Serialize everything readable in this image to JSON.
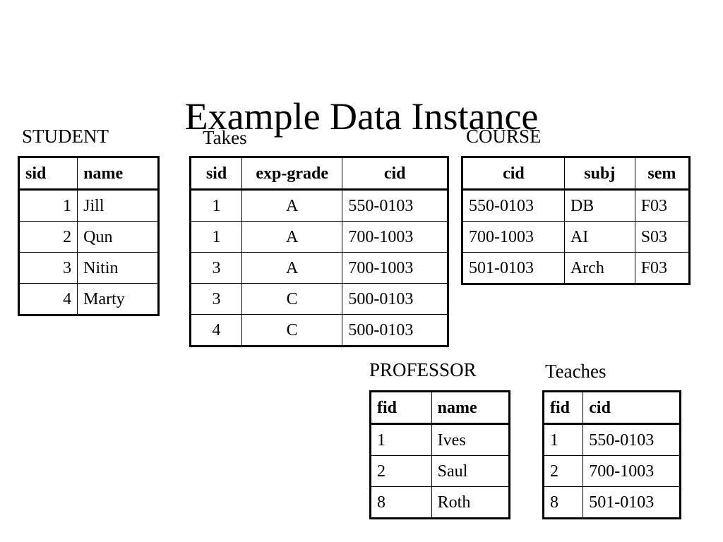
{
  "slide": {
    "title": "Example Data Instance",
    "background_color": "#ffffff",
    "text_color": "#000000"
  },
  "tables": {
    "student": {
      "caption": "STUDENT",
      "columns": [
        "sid",
        "name"
      ],
      "alignments": [
        "right",
        "left"
      ],
      "rows": [
        [
          "1",
          "Jill"
        ],
        [
          "2",
          "Qun"
        ],
        [
          "3",
          "Nitin"
        ],
        [
          "4",
          "Marty"
        ]
      ]
    },
    "takes": {
      "caption": "Takes",
      "columns": [
        "sid",
        "exp-grade",
        "cid"
      ],
      "alignments": [
        "center",
        "center",
        "left"
      ],
      "rows": [
        [
          "1",
          "A",
          "550-0103"
        ],
        [
          "1",
          "A",
          "700-1003"
        ],
        [
          "3",
          "A",
          "700-1003"
        ],
        [
          "3",
          "C",
          "500-0103"
        ],
        [
          "4",
          "C",
          "500-0103"
        ]
      ]
    },
    "course": {
      "caption": "COURSE",
      "columns": [
        "cid",
        "subj",
        "sem"
      ],
      "alignments": [
        "left",
        "left",
        "left"
      ],
      "rows": [
        [
          "550-0103",
          "DB",
          "F03"
        ],
        [
          "700-1003",
          "AI",
          "S03"
        ],
        [
          "501-0103",
          "Arch",
          "F03"
        ]
      ]
    },
    "professor": {
      "caption": "PROFESSOR",
      "columns": [
        "fid",
        "name"
      ],
      "alignments": [
        "left",
        "left"
      ],
      "rows": [
        [
          "1",
          "Ives"
        ],
        [
          "2",
          "Saul"
        ],
        [
          "8",
          "Roth"
        ]
      ]
    },
    "teaches": {
      "caption": "Teaches",
      "columns": [
        "fid",
        "cid"
      ],
      "alignments": [
        "left",
        "left"
      ],
      "rows": [
        [
          "1",
          "550-0103"
        ],
        [
          "2",
          "700-1003"
        ],
        [
          "8",
          "501-0103"
        ]
      ]
    }
  }
}
